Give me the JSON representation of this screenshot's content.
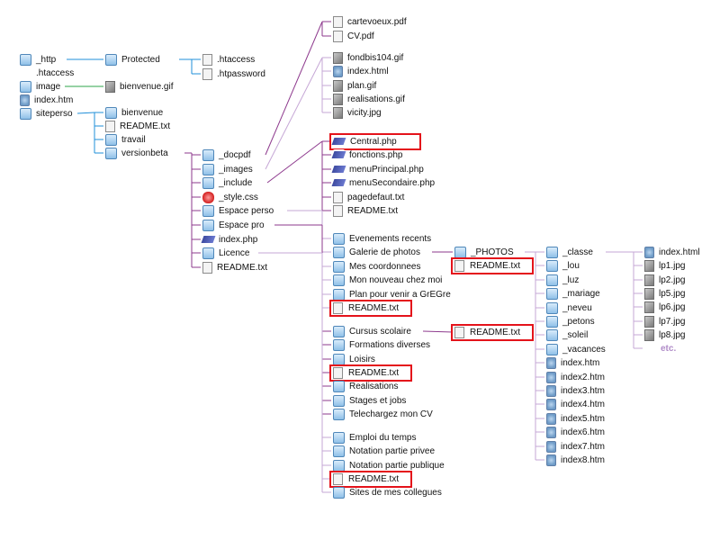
{
  "colors": {
    "blue_link": "#1f8fd9",
    "green_link": "#2ea44a",
    "purple_link": "#8e3a8e",
    "light_purple_link": "#c6a7d6",
    "highlight": "#e4131b"
  },
  "diagram": {
    "root": [
      {
        "label": "_http",
        "icon": "folder-icon"
      },
      {
        "label": ".htaccess",
        "icon": null
      },
      {
        "label": "image",
        "icon": "folder-icon"
      },
      {
        "label": "index.htm",
        "icon": "web-file-icon"
      },
      {
        "label": "siteperso",
        "icon": "folder-icon"
      }
    ],
    "http_children": [
      {
        "label": "Protected",
        "icon": "folder-icon"
      }
    ],
    "protected_children": [
      {
        "label": ".htaccess",
        "icon": "document-icon"
      },
      {
        "label": ".htpassword",
        "icon": "document-icon"
      }
    ],
    "image_children": [
      {
        "label": "bienvenue.gif",
        "icon": "image-icon"
      }
    ],
    "siteperso_children": [
      {
        "label": "bienvenue",
        "icon": "folder-icon"
      },
      {
        "label": "README.txt",
        "icon": "document-icon"
      },
      {
        "label": "travail",
        "icon": "folder-icon"
      },
      {
        "label": "versionbeta",
        "icon": "folder-icon"
      }
    ],
    "versionbeta_children": [
      {
        "label": "_docpdf",
        "icon": "folder-icon"
      },
      {
        "label": "_images",
        "icon": "folder-icon"
      },
      {
        "label": "_include",
        "icon": "folder-icon"
      },
      {
        "label": "_style.css",
        "icon": "css-icon"
      },
      {
        "label": "Espace perso",
        "icon": "folder-icon"
      },
      {
        "label": "Espace pro",
        "icon": "folder-icon"
      },
      {
        "label": "index.php",
        "icon": "php-icon"
      },
      {
        "label": "Licence",
        "icon": "folder-icon"
      },
      {
        "label": "README.txt",
        "icon": "document-icon"
      }
    ],
    "docpdf_children": [
      {
        "label": "cartevoeux.pdf",
        "icon": "document-icon"
      },
      {
        "label": "CV.pdf",
        "icon": "document-icon"
      }
    ],
    "images_children": [
      {
        "label": "fondbis104.gif",
        "icon": "image-icon"
      },
      {
        "label": "index.html",
        "icon": "web-file-icon"
      },
      {
        "label": "plan.gif",
        "icon": "image-icon"
      },
      {
        "label": "realisations.gif",
        "icon": "image-icon"
      },
      {
        "label": "vicity.jpg",
        "icon": "image-icon"
      }
    ],
    "include_children": [
      {
        "label": "Central.php",
        "icon": "php-icon",
        "highlight": true
      },
      {
        "label": "fonctions.php",
        "icon": "php-icon"
      },
      {
        "label": "menuPrincipal.php",
        "icon": "php-icon"
      },
      {
        "label": "menuSecondaire.php",
        "icon": "php-icon"
      },
      {
        "label": "pagedefaut.txt",
        "icon": "document-icon"
      },
      {
        "label": "README.txt",
        "icon": "document-icon"
      }
    ],
    "espace_perso_children": [
      {
        "label": "Evenements recents",
        "icon": "folder-icon"
      },
      {
        "label": "Galerie de photos",
        "icon": "folder-icon"
      },
      {
        "label": "Mes coordonnees",
        "icon": "folder-icon"
      },
      {
        "label": "Mon nouveau chez moi",
        "icon": "folder-icon"
      },
      {
        "label": "Plan pour venir a GrEGre",
        "icon": "folder-icon"
      },
      {
        "label": "README.txt",
        "icon": "document-icon",
        "highlight": true
      }
    ],
    "espace_pro_children": [
      {
        "label": "Cursus scolaire",
        "icon": "folder-icon"
      },
      {
        "label": "Formations diverses",
        "icon": "folder-icon"
      },
      {
        "label": "Loisirs",
        "icon": "folder-icon"
      },
      {
        "label": "README.txt",
        "icon": "document-icon",
        "highlight": true
      },
      {
        "label": "Realisations",
        "icon": "folder-icon"
      },
      {
        "label": "Stages et jobs",
        "icon": "folder-icon"
      },
      {
        "label": "Telechargez mon CV",
        "icon": "folder-icon"
      }
    ],
    "licence_children": [
      {
        "label": "Emploi du temps",
        "icon": "folder-icon"
      },
      {
        "label": "Notation partie privee",
        "icon": "folder-icon"
      },
      {
        "label": "Notation partie publique",
        "icon": "folder-icon"
      },
      {
        "label": "README.txt",
        "icon": "document-icon",
        "highlight": true
      },
      {
        "label": "Sites de mes collegues",
        "icon": "folder-icon"
      }
    ],
    "galerie_children": [
      {
        "label": "_PHOTOS",
        "icon": "folder-icon"
      },
      {
        "label": "README.txt",
        "icon": "document-icon",
        "highlight": true
      }
    ],
    "cursus_children": [
      {
        "label": "README.txt",
        "icon": "document-icon",
        "highlight": true
      }
    ],
    "photos_children": [
      {
        "label": "_classe",
        "icon": "folder-icon"
      },
      {
        "label": "_lou",
        "icon": "folder-icon"
      },
      {
        "label": "_luz",
        "icon": "folder-icon"
      },
      {
        "label": "_mariage",
        "icon": "folder-icon"
      },
      {
        "label": "_neveu",
        "icon": "folder-icon"
      },
      {
        "label": "_petons",
        "icon": "folder-icon"
      },
      {
        "label": "_soleil",
        "icon": "folder-icon"
      },
      {
        "label": "_vacances",
        "icon": "folder-icon"
      },
      {
        "label": "index.htm",
        "icon": "web-file-icon"
      },
      {
        "label": "index2.htm",
        "icon": "web-file-icon"
      },
      {
        "label": "index3.htm",
        "icon": "web-file-icon"
      },
      {
        "label": "index4.htm",
        "icon": "web-file-icon"
      },
      {
        "label": "index5.htm",
        "icon": "web-file-icon"
      },
      {
        "label": "index6.htm",
        "icon": "web-file-icon"
      },
      {
        "label": "index7.htm",
        "icon": "web-file-icon"
      },
      {
        "label": "index8.htm",
        "icon": "web-file-icon"
      }
    ],
    "classe_children": [
      {
        "label": "index.html",
        "icon": "web-file-icon"
      },
      {
        "label": "lp1.jpg",
        "icon": "image-icon"
      },
      {
        "label": "lp2.jpg",
        "icon": "image-icon"
      },
      {
        "label": "lp5.jpg",
        "icon": "image-icon"
      },
      {
        "label": "lp6.jpg",
        "icon": "image-icon"
      },
      {
        "label": "lp7.jpg",
        "icon": "image-icon"
      },
      {
        "label": "lp8.jpg",
        "icon": "image-icon"
      },
      {
        "label": "etc.",
        "icon": null
      }
    ]
  }
}
